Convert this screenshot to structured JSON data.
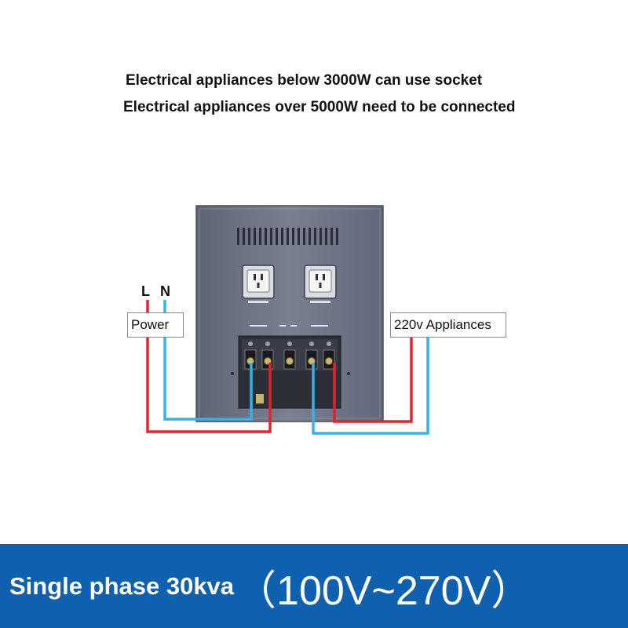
{
  "headline": {
    "line1": "Electrical appliances below 3000W can use socket",
    "line2": "Electrical appliances over 5000W need to be connected"
  },
  "wiring": {
    "live_label": "L",
    "neutral_label": "N",
    "power_label": "Power",
    "appliances_label": "220v Appliances",
    "live_color": "#e0252b",
    "neutral_color": "#36b3e6"
  },
  "device": {
    "body_color": "#6f7585",
    "socket_count": 2
  },
  "footer": {
    "title": "Single phase 30kva",
    "range": "（100V~270V）",
    "background": "#0f61b0"
  }
}
